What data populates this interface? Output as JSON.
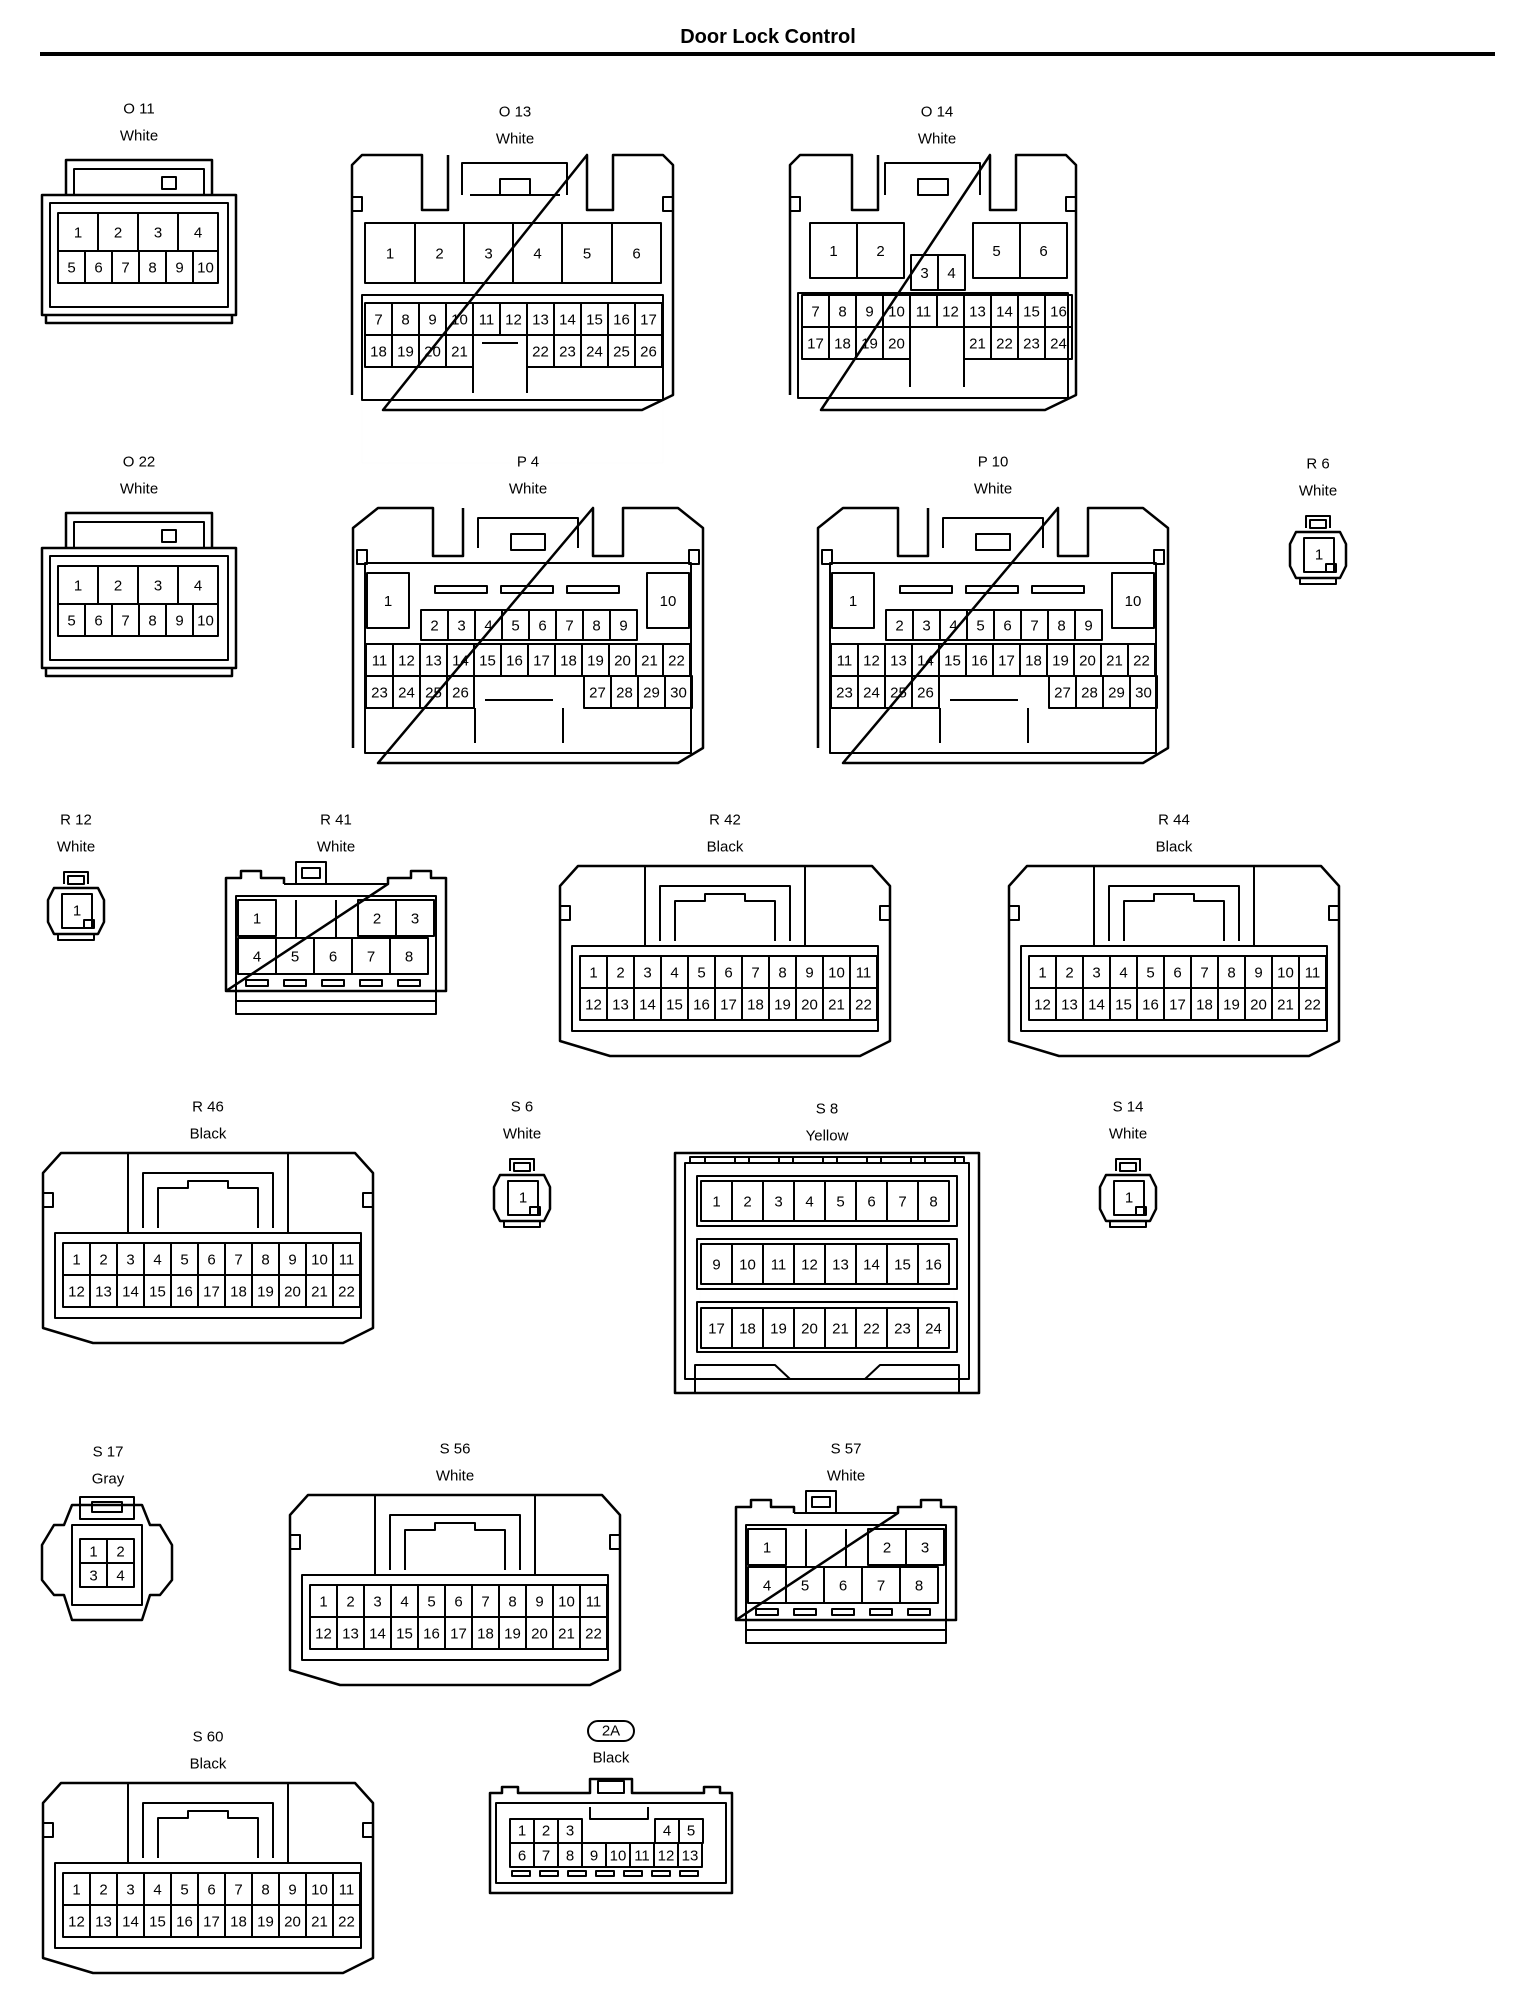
{
  "title": "Door Lock Control",
  "connectors": {
    "O11": {
      "id": "O 11",
      "color": "White",
      "rows": [
        [
          "1",
          "2",
          "3",
          "4"
        ],
        [
          "5",
          "6",
          "7",
          "8",
          "9",
          "10"
        ]
      ]
    },
    "O13": {
      "id": "O 13",
      "color": "White",
      "rows": [
        [
          "1",
          "2",
          "3",
          "4",
          "5",
          "6"
        ],
        [
          "7",
          "8",
          "9",
          "10",
          "11",
          "12",
          "13",
          "14",
          "15",
          "16",
          "17"
        ],
        [
          "18",
          "19",
          "20",
          "21",
          "22",
          "23",
          "24",
          "25",
          "26"
        ]
      ]
    },
    "O14": {
      "id": "O 14",
      "color": "White",
      "rows": [
        [
          "1",
          "2"
        ],
        [
          "5",
          "6"
        ],
        [
          "3",
          "4"
        ],
        [
          "7",
          "8",
          "9",
          "10",
          "11",
          "12",
          "13",
          "14",
          "15",
          "16"
        ],
        [
          "17",
          "18",
          "19",
          "20",
          "21",
          "22",
          "23",
          "24"
        ]
      ]
    },
    "O22": {
      "id": "O 22",
      "color": "White",
      "rows": [
        [
          "1",
          "2",
          "3",
          "4"
        ],
        [
          "5",
          "6",
          "7",
          "8",
          "9",
          "10"
        ]
      ]
    },
    "P4": {
      "id": "P 4",
      "color": "White",
      "rows": [
        [
          "1"
        ],
        [
          "10"
        ],
        [
          "2",
          "3",
          "4",
          "5",
          "6",
          "7",
          "8",
          "9"
        ],
        [
          "11",
          "12",
          "13",
          "14",
          "15",
          "16",
          "17",
          "18",
          "19",
          "20",
          "21",
          "22"
        ],
        [
          "23",
          "24",
          "25",
          "26",
          "27",
          "28",
          "29",
          "30"
        ]
      ]
    },
    "P10": {
      "id": "P 10",
      "color": "White",
      "rows": [
        [
          "1"
        ],
        [
          "10"
        ],
        [
          "2",
          "3",
          "4",
          "5",
          "6",
          "7",
          "8",
          "9"
        ],
        [
          "11",
          "12",
          "13",
          "14",
          "15",
          "16",
          "17",
          "18",
          "19",
          "20",
          "21",
          "22"
        ],
        [
          "23",
          "24",
          "25",
          "26",
          "27",
          "28",
          "29",
          "30"
        ]
      ]
    },
    "R6": {
      "id": "R 6",
      "color": "White",
      "rows": [
        [
          "1"
        ]
      ]
    },
    "R12": {
      "id": "R 12",
      "color": "White",
      "rows": [
        [
          "1"
        ]
      ]
    },
    "R41": {
      "id": "R 41",
      "color": "White",
      "rows": [
        [
          "1",
          "2",
          "3"
        ],
        [
          "4",
          "5",
          "6",
          "7",
          "8"
        ]
      ]
    },
    "R42": {
      "id": "R 42",
      "color": "Black",
      "rows": [
        [
          "1",
          "2",
          "3",
          "4",
          "5",
          "6",
          "7",
          "8",
          "9",
          "10",
          "11"
        ],
        [
          "12",
          "13",
          "14",
          "15",
          "16",
          "17",
          "18",
          "19",
          "20",
          "21",
          "22"
        ]
      ]
    },
    "R44": {
      "id": "R 44",
      "color": "Black",
      "rows": [
        [
          "1",
          "2",
          "3",
          "4",
          "5",
          "6",
          "7",
          "8",
          "9",
          "10",
          "11"
        ],
        [
          "12",
          "13",
          "14",
          "15",
          "16",
          "17",
          "18",
          "19",
          "20",
          "21",
          "22"
        ]
      ]
    },
    "R46": {
      "id": "R 46",
      "color": "Black",
      "rows": [
        [
          "1",
          "2",
          "3",
          "4",
          "5",
          "6",
          "7",
          "8",
          "9",
          "10",
          "11"
        ],
        [
          "12",
          "13",
          "14",
          "15",
          "16",
          "17",
          "18",
          "19",
          "20",
          "21",
          "22"
        ]
      ]
    },
    "S6": {
      "id": "S 6",
      "color": "White",
      "rows": [
        [
          "1"
        ]
      ]
    },
    "S8": {
      "id": "S 8",
      "color": "Yellow",
      "rows": [
        [
          "1",
          "2",
          "3",
          "4",
          "5",
          "6",
          "7",
          "8"
        ],
        [
          "9",
          "10",
          "11",
          "12",
          "13",
          "14",
          "15",
          "16"
        ],
        [
          "17",
          "18",
          "19",
          "20",
          "21",
          "22",
          "23",
          "24"
        ]
      ]
    },
    "S14": {
      "id": "S 14",
      "color": "White",
      "rows": [
        [
          "1"
        ]
      ]
    },
    "S17": {
      "id": "S 17",
      "color": "Gray",
      "rows": [
        [
          "1",
          "2"
        ],
        [
          "3",
          "4"
        ]
      ]
    },
    "S56": {
      "id": "S 56",
      "color": "White",
      "rows": [
        [
          "1",
          "2",
          "3",
          "4",
          "5",
          "6",
          "7",
          "8",
          "9",
          "10",
          "11"
        ],
        [
          "12",
          "13",
          "14",
          "15",
          "16",
          "17",
          "18",
          "19",
          "20",
          "21",
          "22"
        ]
      ]
    },
    "S57": {
      "id": "S 57",
      "color": "White",
      "rows": [
        [
          "1",
          "2",
          "3"
        ],
        [
          "4",
          "5",
          "6",
          "7",
          "8"
        ]
      ]
    },
    "S60": {
      "id": "S 60",
      "color": "Black",
      "rows": [
        [
          "1",
          "2",
          "3",
          "4",
          "5",
          "6",
          "7",
          "8",
          "9",
          "10",
          "11"
        ],
        [
          "12",
          "13",
          "14",
          "15",
          "16",
          "17",
          "18",
          "19",
          "20",
          "21",
          "22"
        ]
      ]
    },
    "2A": {
      "id": "2A",
      "color": "Black",
      "rows": [
        [
          "1",
          "2",
          "3",
          "4",
          "5"
        ],
        [
          "6",
          "7",
          "8",
          "9",
          "10",
          "11",
          "12",
          "13"
        ]
      ]
    }
  }
}
